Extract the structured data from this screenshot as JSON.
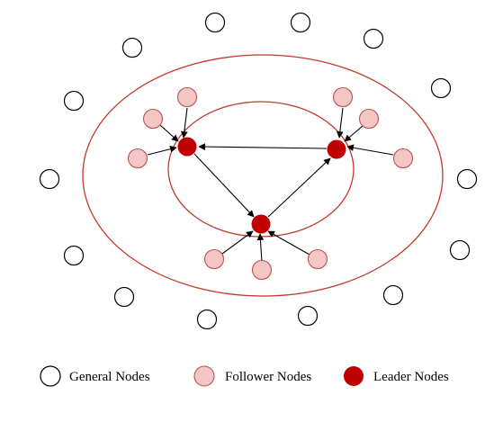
{
  "legend": {
    "general_label": "General Nodes",
    "follower_label": "Follower Nodes",
    "leader_label": "Leader Nodes"
  },
  "colors": {
    "general_fill": "#ffffff",
    "general_stroke": "#000000",
    "follower_fill": "#f4c6c6",
    "follower_stroke": "#c0504d",
    "leader_fill": "#c00000",
    "ring_stroke": "#c0392b",
    "edge": "#000000"
  }
}
